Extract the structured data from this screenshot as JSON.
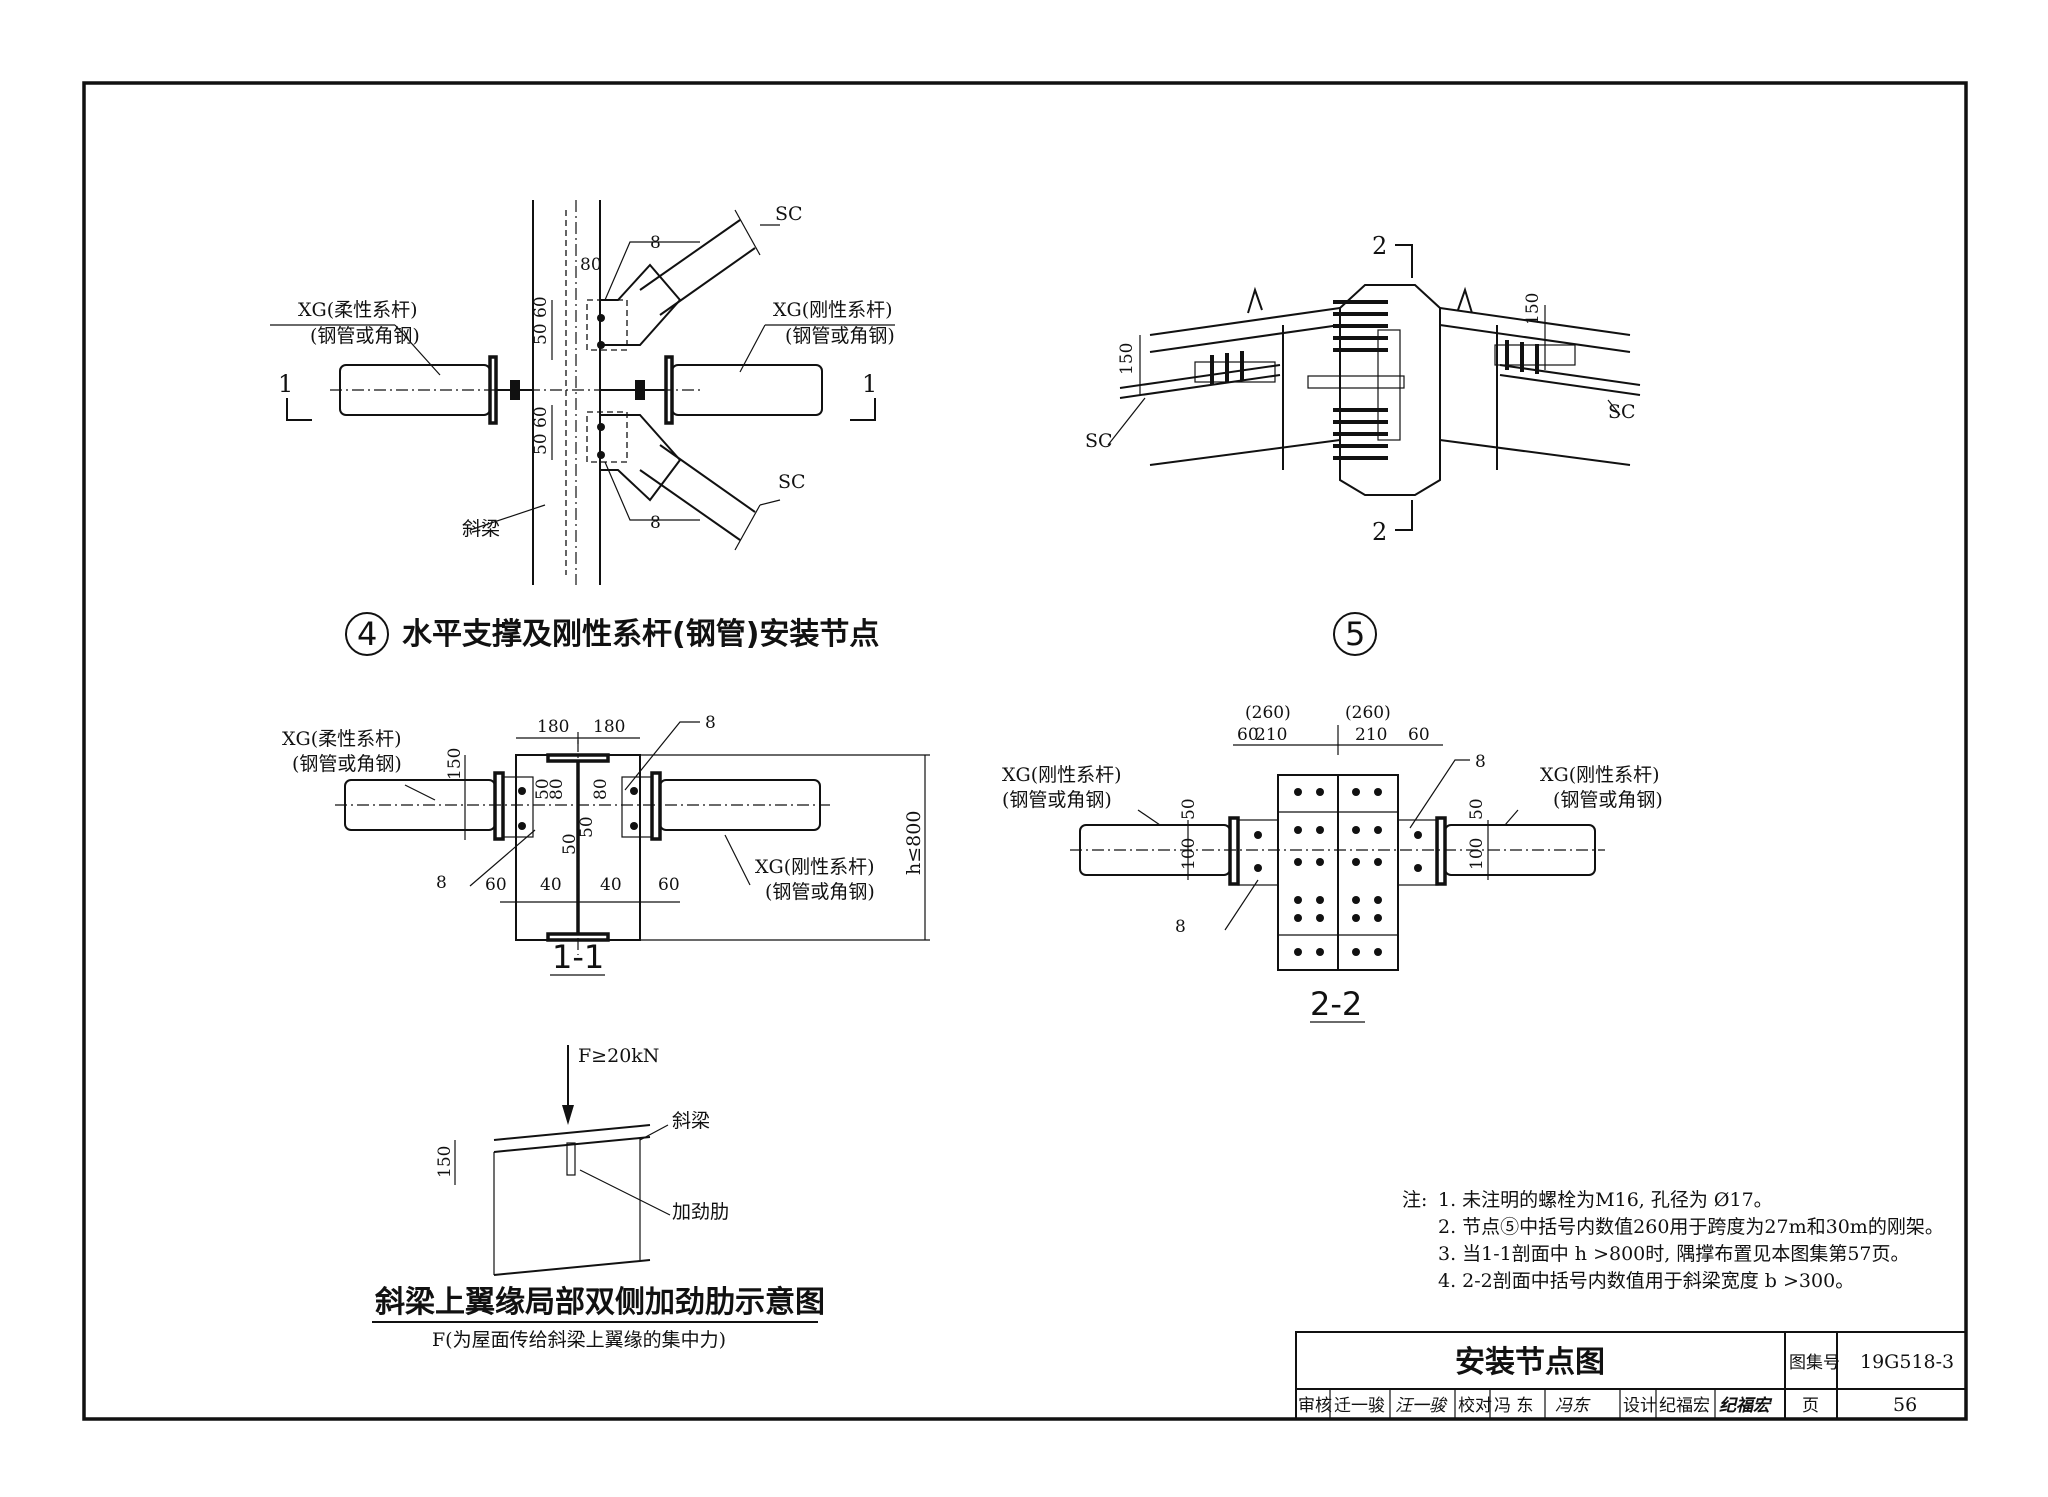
{
  "node4": {
    "caption_num": "4",
    "caption": "水平支撑及刚性系杆(钢管)安装节点",
    "xg_flex_line1": "XG(柔性系杆)",
    "xg_flex_line2": "(钢管或角钢)",
    "xg_rigid_line1": "XG(刚性系杆)",
    "xg_rigid_line2": "(钢管或角钢)",
    "sc_top": "SC",
    "sc_bottom": "SC",
    "weld_top": "8",
    "weld_bottom": "8",
    "dim_80": "80",
    "dim_50a": "50",
    "dim_60a": "60",
    "dim_50b": "50",
    "dim_60b": "60",
    "beam_label": "斜梁",
    "cut_1_left": "1",
    "cut_1_right": "1"
  },
  "node5": {
    "caption_num": "5",
    "cut_2_top": "2",
    "cut_2_bottom": "2",
    "dim_150_left": "150",
    "dim_150_right": "150",
    "sc_left": "SC",
    "sc_right": "SC"
  },
  "section11": {
    "title": "1-1",
    "xg_flex_line1": "XG(柔性系杆)",
    "xg_flex_line2": "(钢管或角钢)",
    "xg_rigid_line1": "XG(刚性系杆)",
    "xg_rigid_line2": "(钢管或角钢)",
    "dim_180a": "180",
    "dim_180b": "180",
    "weld": "8",
    "weld_left": "8",
    "dim_150": "150",
    "dim_50a": "50",
    "dim_80a": "80",
    "dim_50b": "50",
    "dim_80b": "80",
    "dim_50c": "50",
    "dim_60a": "60",
    "dim_40a": "40",
    "dim_40b": "40",
    "dim_60b": "60",
    "h_label": "h≤800"
  },
  "section22": {
    "title": "2-2",
    "xg_left_line1": "XG(刚性系杆)",
    "xg_left_line2": "(钢管或角钢)",
    "xg_right_line1": "XG(刚性系杆)",
    "xg_right_line2": "(钢管或角钢)",
    "dim_260a": "(260)",
    "dim_260b": "(260)",
    "dim_210a": "210",
    "dim_210b": "210",
    "dim_60a": "60",
    "dim_60b": "60",
    "weld_top": "8",
    "weld_bottom": "8",
    "dim_50a": "50",
    "dim_100a": "100",
    "dim_50b": "50",
    "dim_100b": "100"
  },
  "stiffener": {
    "force": "F≥20kN",
    "beam_label": "斜梁",
    "rib_label": "加劲肋",
    "dim_150": "150",
    "title": "斜梁上翼缘局部双侧加劲肋示意图",
    "subtitle": "F(为屋面传给斜梁上翼缘的集中力)"
  },
  "notes": {
    "head": "注:",
    "items": [
      "1. 未注明的螺栓为M16, 孔径为 Ø17。",
      "2. 节点⑤中括号内数值260用于跨度为27m和30m的刚架。",
      "3. 当1-1剖面中 h >800时, 隅撑布置见本图集第57页。",
      "4. 2-2剖面中括号内数值用于斜梁宽度 b >300。"
    ]
  },
  "title_block": {
    "title": "安装节点图",
    "atlas_label": "图集号",
    "atlas_no": "19G518-3",
    "review_label": "审核",
    "reviewer": "迁一骏",
    "reviewer_sign": "汪一骏",
    "check_label": "校对",
    "checker": "冯 东",
    "checker_sign": "冯东",
    "design_label": "设计",
    "designer": "纪福宏",
    "designer_sign": "纪福宏",
    "page_label": "页",
    "page_no": "56"
  }
}
